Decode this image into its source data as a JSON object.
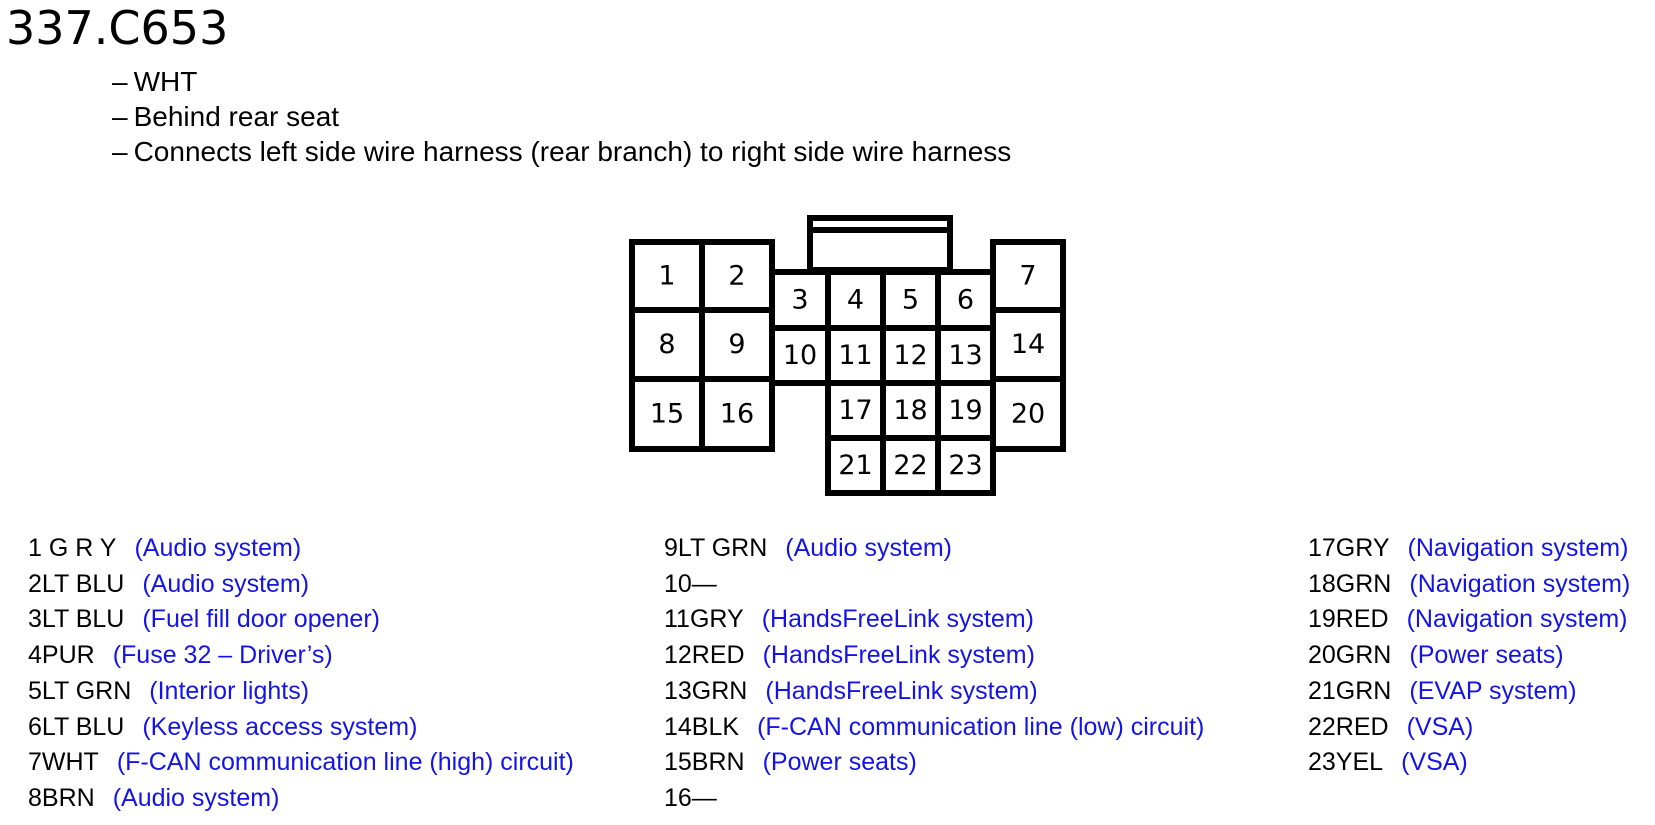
{
  "connector": {
    "id": "337.C653",
    "notes": [
      "WHT",
      "Behind rear seat",
      "Connects left side wire harness (rear branch) to right side wire harness"
    ],
    "dash": "–"
  },
  "cavities": [
    "1",
    "2",
    "3",
    "4",
    "5",
    "6",
    "7",
    "8",
    "9",
    "10",
    "11",
    "12",
    "13",
    "14",
    "15",
    "16",
    "17",
    "18",
    "19",
    "20",
    "21",
    "22",
    "23"
  ],
  "pins": [
    {
      "wire": "1 G R Y",
      "circuit": "(Audio system)"
    },
    {
      "wire": "2LT BLU",
      "circuit": "(Audio system)"
    },
    {
      "wire": "3LT BLU",
      "circuit": "(Fuel fill door opener)"
    },
    {
      "wire": "4PUR",
      "circuit": "(Fuse 32 – Driver’s)"
    },
    {
      "wire": "5LT GRN",
      "circuit": "(Interior lights)"
    },
    {
      "wire": "6LT BLU",
      "circuit": "(Keyless access system)"
    },
    {
      "wire": "7WHT",
      "circuit": "(F-CAN communication line (high) circuit)"
    },
    {
      "wire": "8BRN",
      "circuit": "(Audio system)"
    },
    {
      "wire": "9LT GRN",
      "circuit": "(Audio system)"
    },
    {
      "wire": "10—",
      "circuit": ""
    },
    {
      "wire": "11GRY",
      "circuit": "(HandsFreeLink system)"
    },
    {
      "wire": "12RED",
      "circuit": "(HandsFreeLink system)"
    },
    {
      "wire": "13GRN",
      "circuit": "(HandsFreeLink system)"
    },
    {
      "wire": "14BLK",
      "circuit": "(F-CAN communication line (low) circuit)"
    },
    {
      "wire": "15BRN",
      "circuit": "(Power seats)"
    },
    {
      "wire": "16—",
      "circuit": ""
    },
    {
      "wire": "17GRY",
      "circuit": "(Navigation system)"
    },
    {
      "wire": "18GRN",
      "circuit": "(Navigation system)"
    },
    {
      "wire": "19RED",
      "circuit": "(Navigation system)"
    },
    {
      "wire": "20GRN",
      "circuit": "(Power seats)"
    },
    {
      "wire": "21GRN",
      "circuit": "(EVAP system)"
    },
    {
      "wire": "22RED",
      "circuit": "(VSA)"
    },
    {
      "wire": "23YEL",
      "circuit": "(VSA)"
    }
  ],
  "colors": {
    "circuit_text": "#1414e6",
    "outline": "#000000"
  }
}
